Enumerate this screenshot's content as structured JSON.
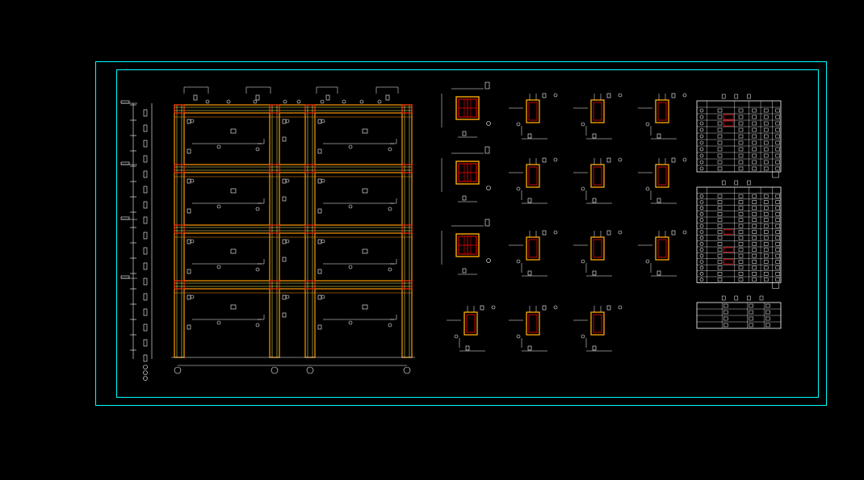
{
  "drawing": {
    "colors": {
      "background": "#000000",
      "border": "#00ffff",
      "frame_outer": "#ff9900",
      "frame_inner": "#ffff66",
      "line": "#ffffff",
      "rebar": "#ff0000",
      "column_fill": "#ffaa00"
    },
    "frame": {
      "storeys": 4,
      "bays": 3
    },
    "section_rows": [
      {
        "types": [
          "square",
          "small",
          "small",
          "small"
        ]
      },
      {
        "types": [
          "square",
          "small",
          "small",
          "small"
        ]
      },
      {
        "types": [
          "square",
          "small",
          "small",
          "small"
        ]
      },
      {
        "types": [
          "small",
          "small",
          "small"
        ]
      }
    ],
    "tables": [
      {
        "rows": 11,
        "cols": 6,
        "highlight_rows": [
          2,
          3
        ]
      },
      {
        "rows": 16,
        "cols": 6,
        "highlight_rows": [
          7,
          10,
          12
        ]
      },
      {
        "rows": 4,
        "cols": 4,
        "highlight_rows": []
      }
    ]
  }
}
